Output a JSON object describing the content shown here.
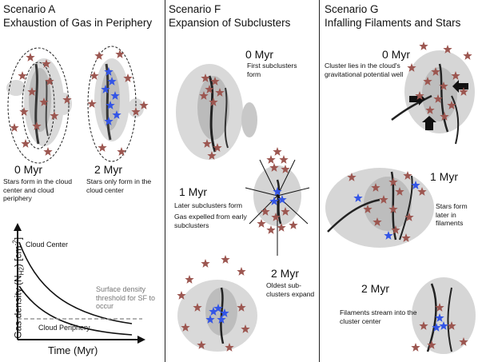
{
  "colors": {
    "star_red": "#9c5650",
    "star_blue": "#3355e6",
    "cloud": "#bdbdbd",
    "filament": "#1a1a1a",
    "dashed_line": "#999999"
  },
  "panel_a": {
    "title_line1": "Scenario A",
    "title_line2": "Exhaustion of Gas in Periphery",
    "time_left": "0 Myr",
    "time_right": "2 Myr",
    "note_left": "Stars form in the cloud center and cloud periphery",
    "note_right": "Stars only form in the cloud center"
  },
  "panel_f": {
    "title_line1": "Scenario F",
    "title_line2": "Expansion of Subclusters",
    "time_0": "0 Myr",
    "note_0": "First subclusters form",
    "time_1": "1 Myr",
    "note_1a": "Later subclusters form",
    "note_1b": "Gas expelled from early subclusters",
    "time_2": "2 Myr",
    "note_2": "Oldest sub-clusters expand"
  },
  "panel_g": {
    "title_line1": "Scenario G",
    "title_line2": "Infalling Filaments and Stars",
    "time_0": "0 Myr",
    "note_0": "Cluster lies in the cloud's gravitational potential well",
    "time_1": "1 Myr",
    "note_1": "Stars form later in filaments",
    "time_2": "2 Myr",
    "note_2": "Filaments stream into the cluster center"
  },
  "chart_data": {
    "type": "line",
    "ylabel_main": "Gas density (N",
    "ylabel_sub": "H2",
    "ylabel_unit": ") [cm",
    "ylabel_sup": "-2",
    "ylabel_end": "]",
    "xlabel": "Time (Myr)",
    "series": [
      {
        "name": "Cloud Center"
      },
      {
        "name": "Cloud Periphery"
      }
    ],
    "threshold_label": "Surface density threshold for SF to occur"
  }
}
